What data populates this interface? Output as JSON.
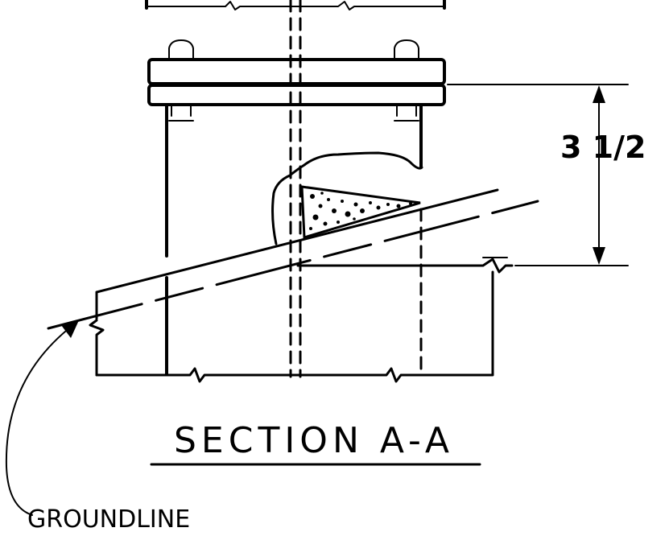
{
  "drawing": {
    "section_title": "SECTION A-A",
    "dimension_label": "3 1/2",
    "callout_label": "GROUNDLINE"
  }
}
